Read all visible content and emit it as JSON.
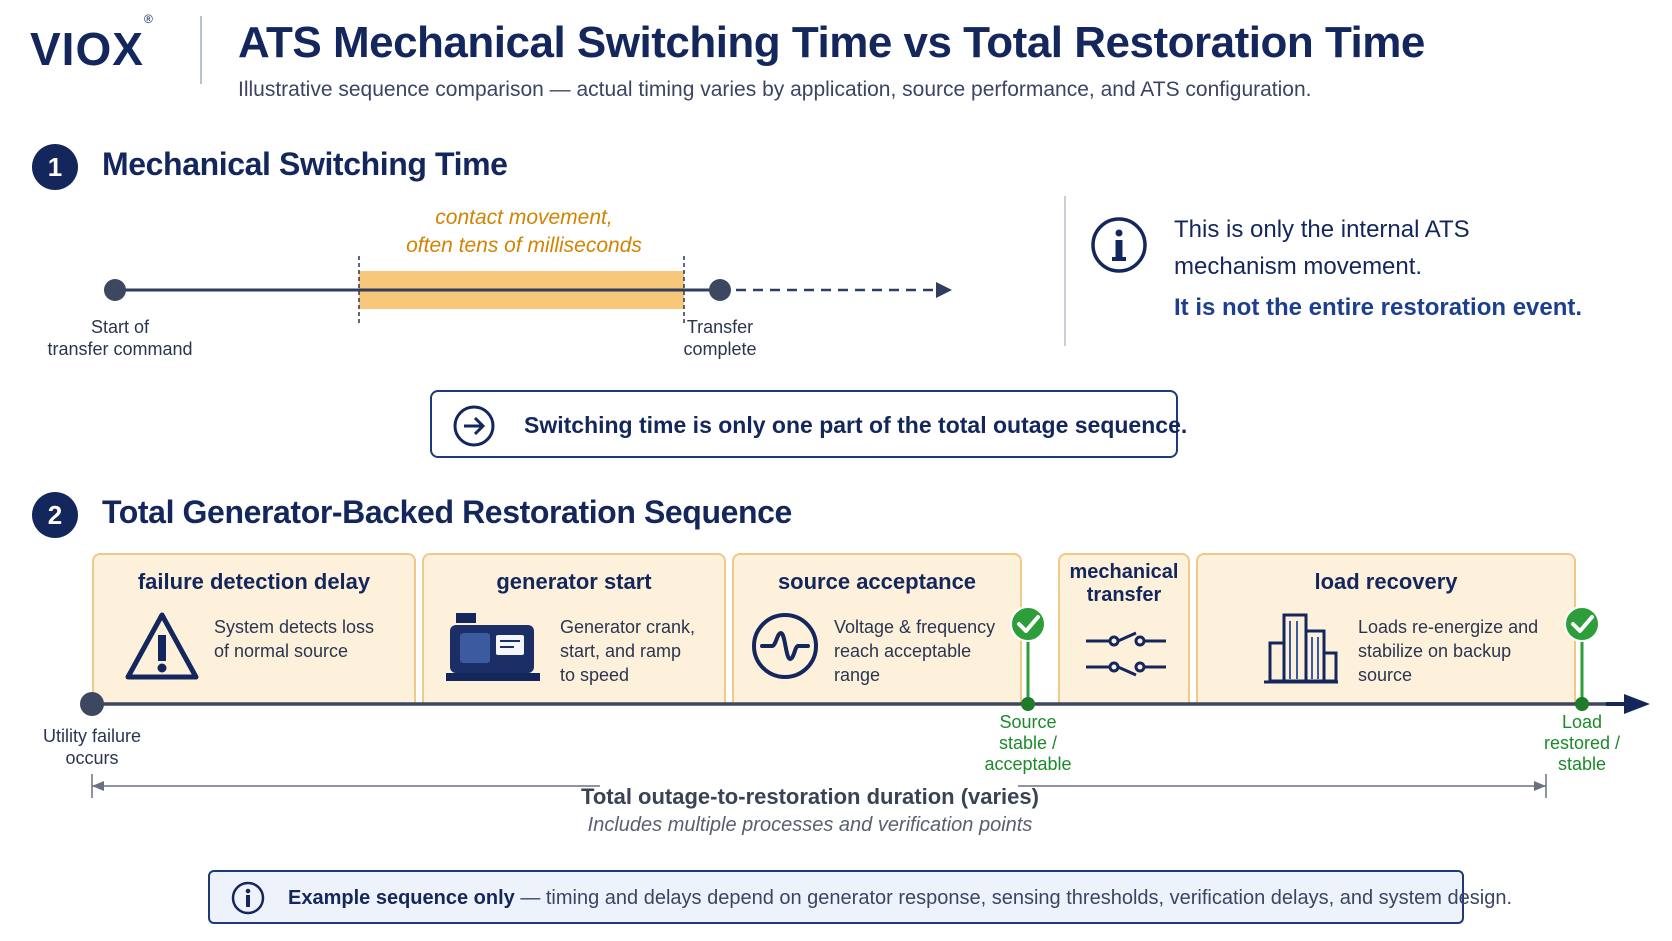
{
  "header": {
    "logo": "VIOX",
    "logo_mark": "®",
    "title": "ATS Mechanical Switching Time vs Total Restoration Time",
    "subtitle": "Illustrative sequence comparison — actual timing varies by application, source performance, and ATS configuration."
  },
  "section1": {
    "number": "1",
    "title": "Mechanical Switching Time",
    "highlight_note_line1": "contact movement,",
    "highlight_note_line2": "often tens of milliseconds",
    "start_label_line1": "Start of",
    "start_label_line2": "transfer command",
    "end_label_line1": "Transfer",
    "end_label_line2": "complete",
    "info_icon": "info-circle-icon",
    "info_line1": "This is only the internal ATS",
    "info_line2": "mechanism movement.",
    "info_strong": "It is not the entire restoration event."
  },
  "callout": {
    "icon": "arrow-right-circle-icon",
    "text": "Switching time is only one part of the total outage sequence."
  },
  "section2": {
    "number": "2",
    "title": "Total Generator-Backed Restoration Sequence",
    "stages": [
      {
        "title": "failure detection delay",
        "desc_line1": "System detects loss",
        "desc_line2": "of normal source",
        "desc_line3": "",
        "icon": "warning-triangle-icon"
      },
      {
        "title": "generator start",
        "desc_line1": "Generator crank,",
        "desc_line2": "start, and ramp",
        "desc_line3": "to speed",
        "icon": "generator-icon"
      },
      {
        "title": "source acceptance",
        "desc_line1": "Voltage & frequency",
        "desc_line2": "reach acceptable",
        "desc_line3": "range",
        "icon": "sine-wave-icon"
      },
      {
        "title_line1": "mechanical",
        "title_line2": "transfer",
        "icon": "transfer-switch-icon"
      },
      {
        "title": "load recovery",
        "desc_line1": "Loads re-energize and",
        "desc_line2": "stabilize on backup",
        "desc_line3": "source",
        "icon": "buildings-icon"
      }
    ],
    "start_label_line1": "Utility failure",
    "start_label_line2": "occurs",
    "milestone1_line1": "Source",
    "milestone1_line2": "stable /",
    "milestone1_line3": "acceptable",
    "milestone2_line1": "Load",
    "milestone2_line2": "restored /",
    "milestone2_line3": "stable",
    "duration_title": "Total outage-to-restoration duration (varies)",
    "duration_sub": "Includes multiple processes and verification points"
  },
  "footer": {
    "icon": "info-circle-icon",
    "strong": "Example sequence only",
    "rest": " — timing and delays depend on generator response, sensing thresholds, verification delays, and system design."
  },
  "colors": {
    "navy": "#14275c",
    "highlight": "#f7c26b",
    "stage_fill": "#fdf1dc",
    "check_green": "#2e9e3a"
  }
}
